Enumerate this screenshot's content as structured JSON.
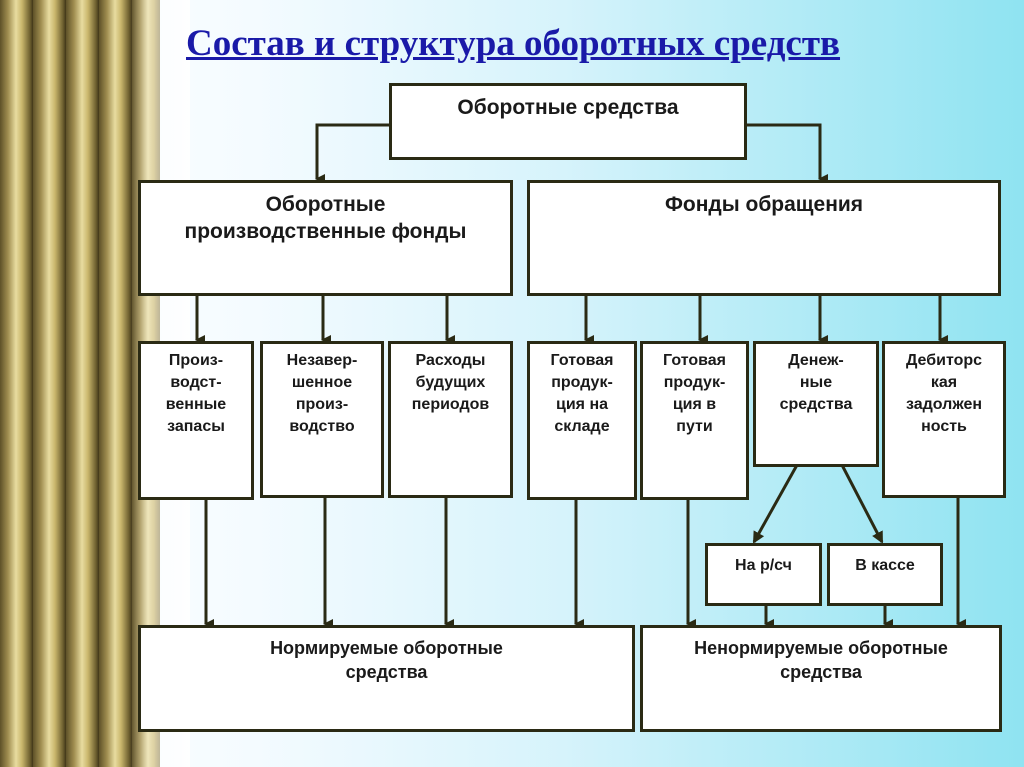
{
  "title": "Состав и структура оборотных средств",
  "root": "Оборотные средства",
  "groups": {
    "production": "Оборотные\nпроизводственные фонды",
    "circulation": "Фонды обращения"
  },
  "items": {
    "stocks": "Произ-\nводст-\nвенные\nзапасы",
    "wip": "Незавер-\nшенное\nпроиз-\nводство",
    "deferred": "Расходы\nбудущих\nпериодов",
    "finished_stock": "Готовая\nпродук-\nция на\nскладе",
    "finished_transit": "Готовая\nпродук-\nция в\nпути",
    "cash": "Денеж-\nные\nсредства",
    "receivables": "Дебиторс\nкая\nзадолжен\nность"
  },
  "cash_parts": {
    "account": "На р/сч",
    "register": "В кассе"
  },
  "results": {
    "normalized": "Нормируемые оборотные\nсредства",
    "non_normalized": "Ненормируемые оборотные\nсредства"
  },
  "colors": {
    "title": "#1a1aa8",
    "border": "#2a2a14",
    "arrow": "#2a2a14"
  }
}
